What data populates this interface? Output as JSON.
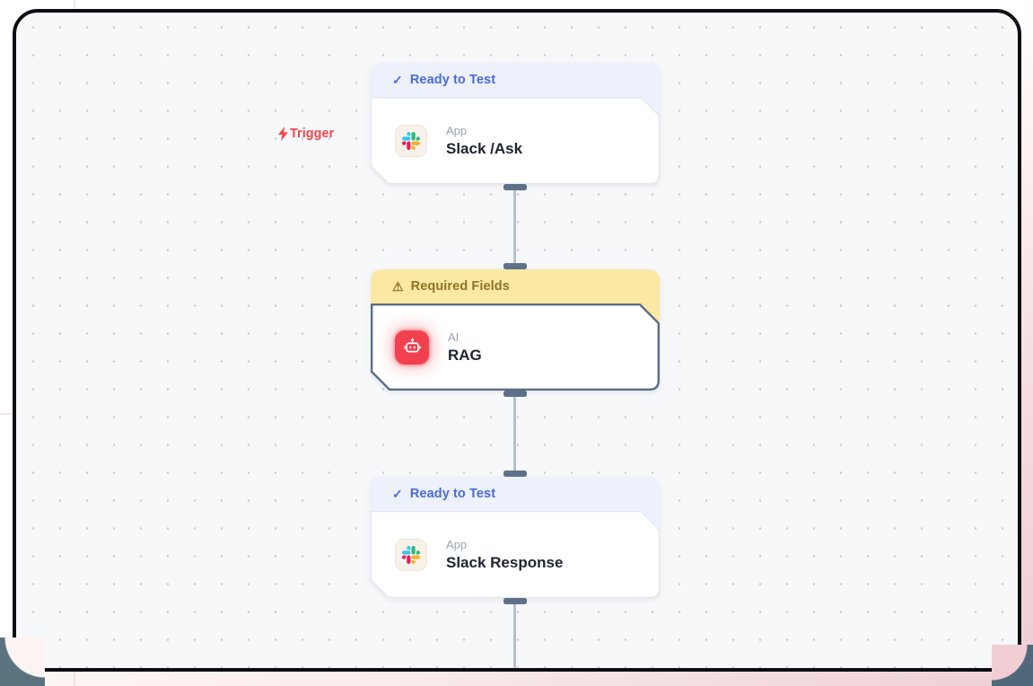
{
  "workflow": {
    "trigger": {
      "label": "Trigger"
    },
    "nodes": [
      {
        "status_label": "Ready to Test",
        "status_icon": "✓",
        "category": "App",
        "title": "Slack /Ask"
      },
      {
        "status_label": "Required Fields",
        "status_icon": "⚠",
        "category": "AI",
        "title": "RAG"
      },
      {
        "status_label": "Ready to Test",
        "status_icon": "✓",
        "category": "App",
        "title": "Slack Response"
      }
    ]
  },
  "colors": {
    "frame_border": "#0c0e13",
    "canvas_bg": "#f7f8fa",
    "ready_header_bg": "#edf1fc",
    "ready_text": "#4a6bd4",
    "warning_header_bg": "#fbe8a2",
    "warning_text": "#8f7326",
    "trigger_red": "#f4454e",
    "node_title": "#1d2330",
    "category_label": "#9aa2b1",
    "connector_handle": "#5f7289",
    "connector_line": "#b4c0cf",
    "rag_icon_bg": "#f2414e",
    "slack_tile_bg": "#f7f1ea"
  }
}
